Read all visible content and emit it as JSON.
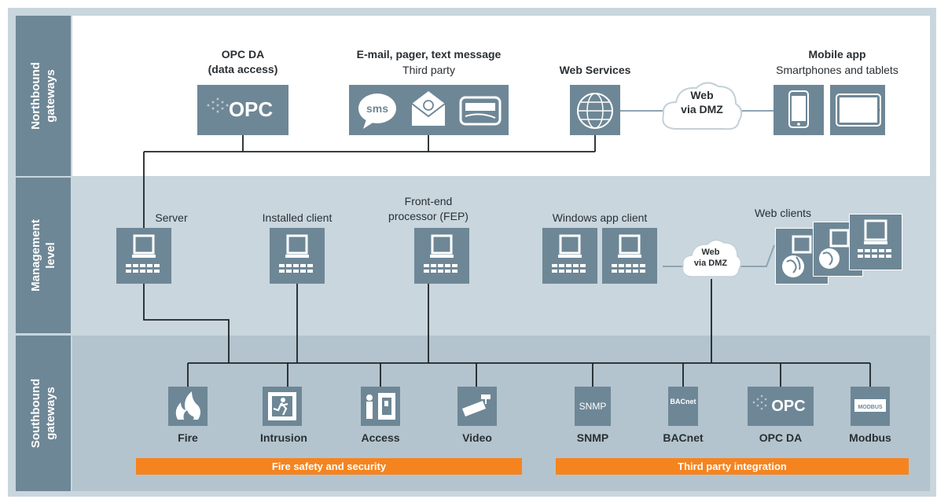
{
  "levels": {
    "northbound": "Northbound\ngateways",
    "management": "Management\nlevel",
    "southbound": "Southbound\ngateways"
  },
  "northbound": {
    "opc": {
      "title": "OPC DA\n(data access)",
      "logo": "OPC"
    },
    "email": {
      "title": "E-mail, pager, text message",
      "subtitle": "Third party",
      "sms": "sms"
    },
    "web_services": {
      "title": "Web Services",
      "tile": "Web\nServices"
    },
    "cloud": "Web\nvia DMZ",
    "mobile": {
      "title": "Mobile app",
      "subtitle": "Smartphones and tablets"
    }
  },
  "management": {
    "server": "Server",
    "installed_client": "Installed client",
    "fep": "Front-end\nprocessor (FEP)",
    "windows_app_client": "Windows app client",
    "cloud": "Web\nvia DMZ",
    "web_clients": "Web clients"
  },
  "southbound": {
    "fire": "Fire",
    "intrusion": "Intrusion",
    "access": "Access",
    "video": "Video",
    "snmp": "SNMP",
    "snmp_tile": "SNMP",
    "bacnet": "BACnet",
    "bacnet_tile": "BACnet",
    "opc": "OPC DA",
    "opc_tile": "OPC",
    "modbus": "Modbus",
    "modbus_tile": "MODBUS",
    "group_fire": "Fire safety and security",
    "group_third": "Third party integration"
  },
  "colors": {
    "tile": "#6e8796",
    "orange": "#f5841f",
    "band_mgmt": "#c9d6de",
    "band_south": "#b3c4ce",
    "line": "#1e2326"
  }
}
